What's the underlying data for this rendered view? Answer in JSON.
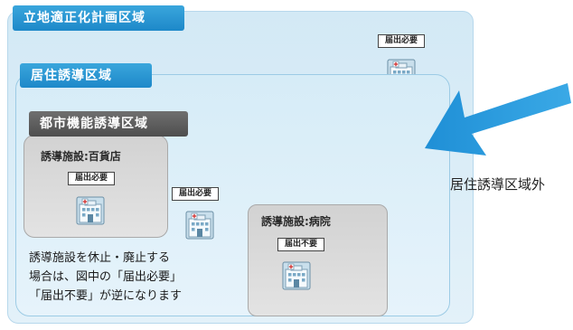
{
  "zones": {
    "outer_label": "立地適正化計画区域",
    "residential_label": "居住誘導区域",
    "urban_label": "都市機能誘導区域"
  },
  "facilities": {
    "department_store_label": "誘導施設:百貨店",
    "hospital_label": "誘導施設:病院"
  },
  "badges": {
    "outer_right": "届出必要",
    "department_store": "届出必要",
    "residential_center": "届出必要",
    "hospital": "届出不要"
  },
  "note": "誘導施設を休止・廃止する\n場合は、図中の「届出必要」\n「届出不要」が逆になります",
  "outside_label": "居住誘導区域外",
  "icons": [
    "building-icon",
    "arrow-left-icon"
  ],
  "colors": {
    "zone_blue": "#1d88c9",
    "zone_fill": "#d6ecf7",
    "urban_gray": "#4e4e4e",
    "arrow_blue": "#1f8fd6"
  }
}
